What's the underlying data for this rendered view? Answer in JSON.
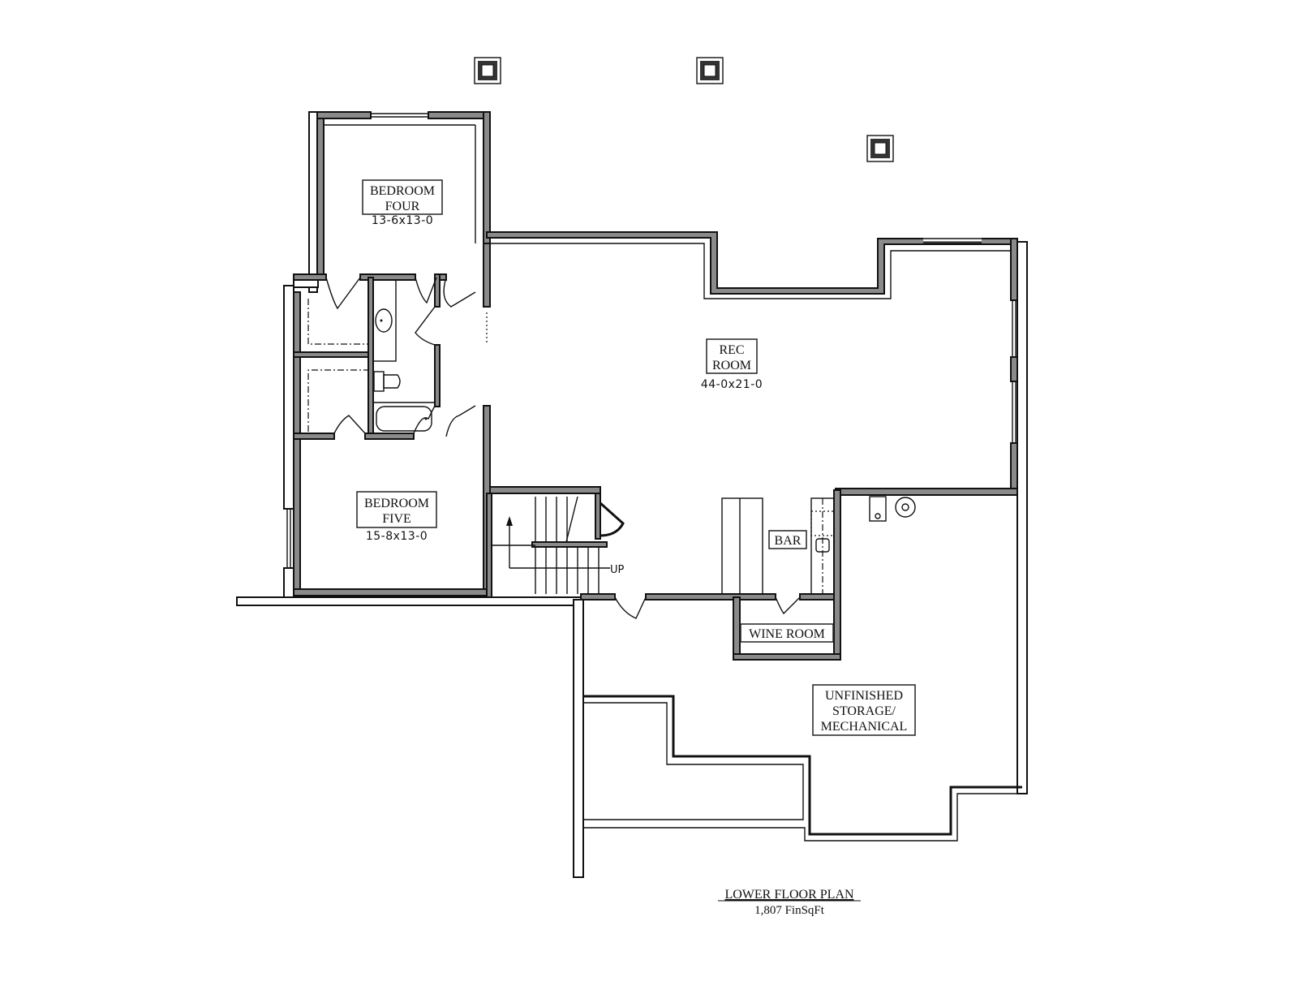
{
  "plan": {
    "title": "LOWER FLOOR PLAN",
    "subtitle": "1,807 FinSqFt"
  },
  "rooms": [
    {
      "id": "bedroom-four",
      "line1": "BEDROOM",
      "line2": "FOUR",
      "dims": "13-6x13-0"
    },
    {
      "id": "rec-room",
      "line1": "REC",
      "line2": "ROOM",
      "dims": "44-0x21-0"
    },
    {
      "id": "bedroom-five",
      "line1": "BEDROOM",
      "line2": "FIVE",
      "dims": "15-8x13-0"
    },
    {
      "id": "bar",
      "line1": "BAR"
    },
    {
      "id": "wine-room",
      "line1": "WINE ROOM"
    },
    {
      "id": "storage",
      "line1": "UNFINISHED",
      "line2": "STORAGE/",
      "line3": "MECHANICAL"
    }
  ],
  "stairs": {
    "label": "UP"
  },
  "icons": [
    "column-post-icon",
    "sink-icon",
    "toilet-icon",
    "bathtub-icon",
    "water-heater-icon",
    "furnace-icon",
    "bar-sink-icon",
    "stair-arrow-icon"
  ],
  "colors": {
    "wall": "#8a8a8a",
    "line": "#111111",
    "background": "#ffffff"
  }
}
